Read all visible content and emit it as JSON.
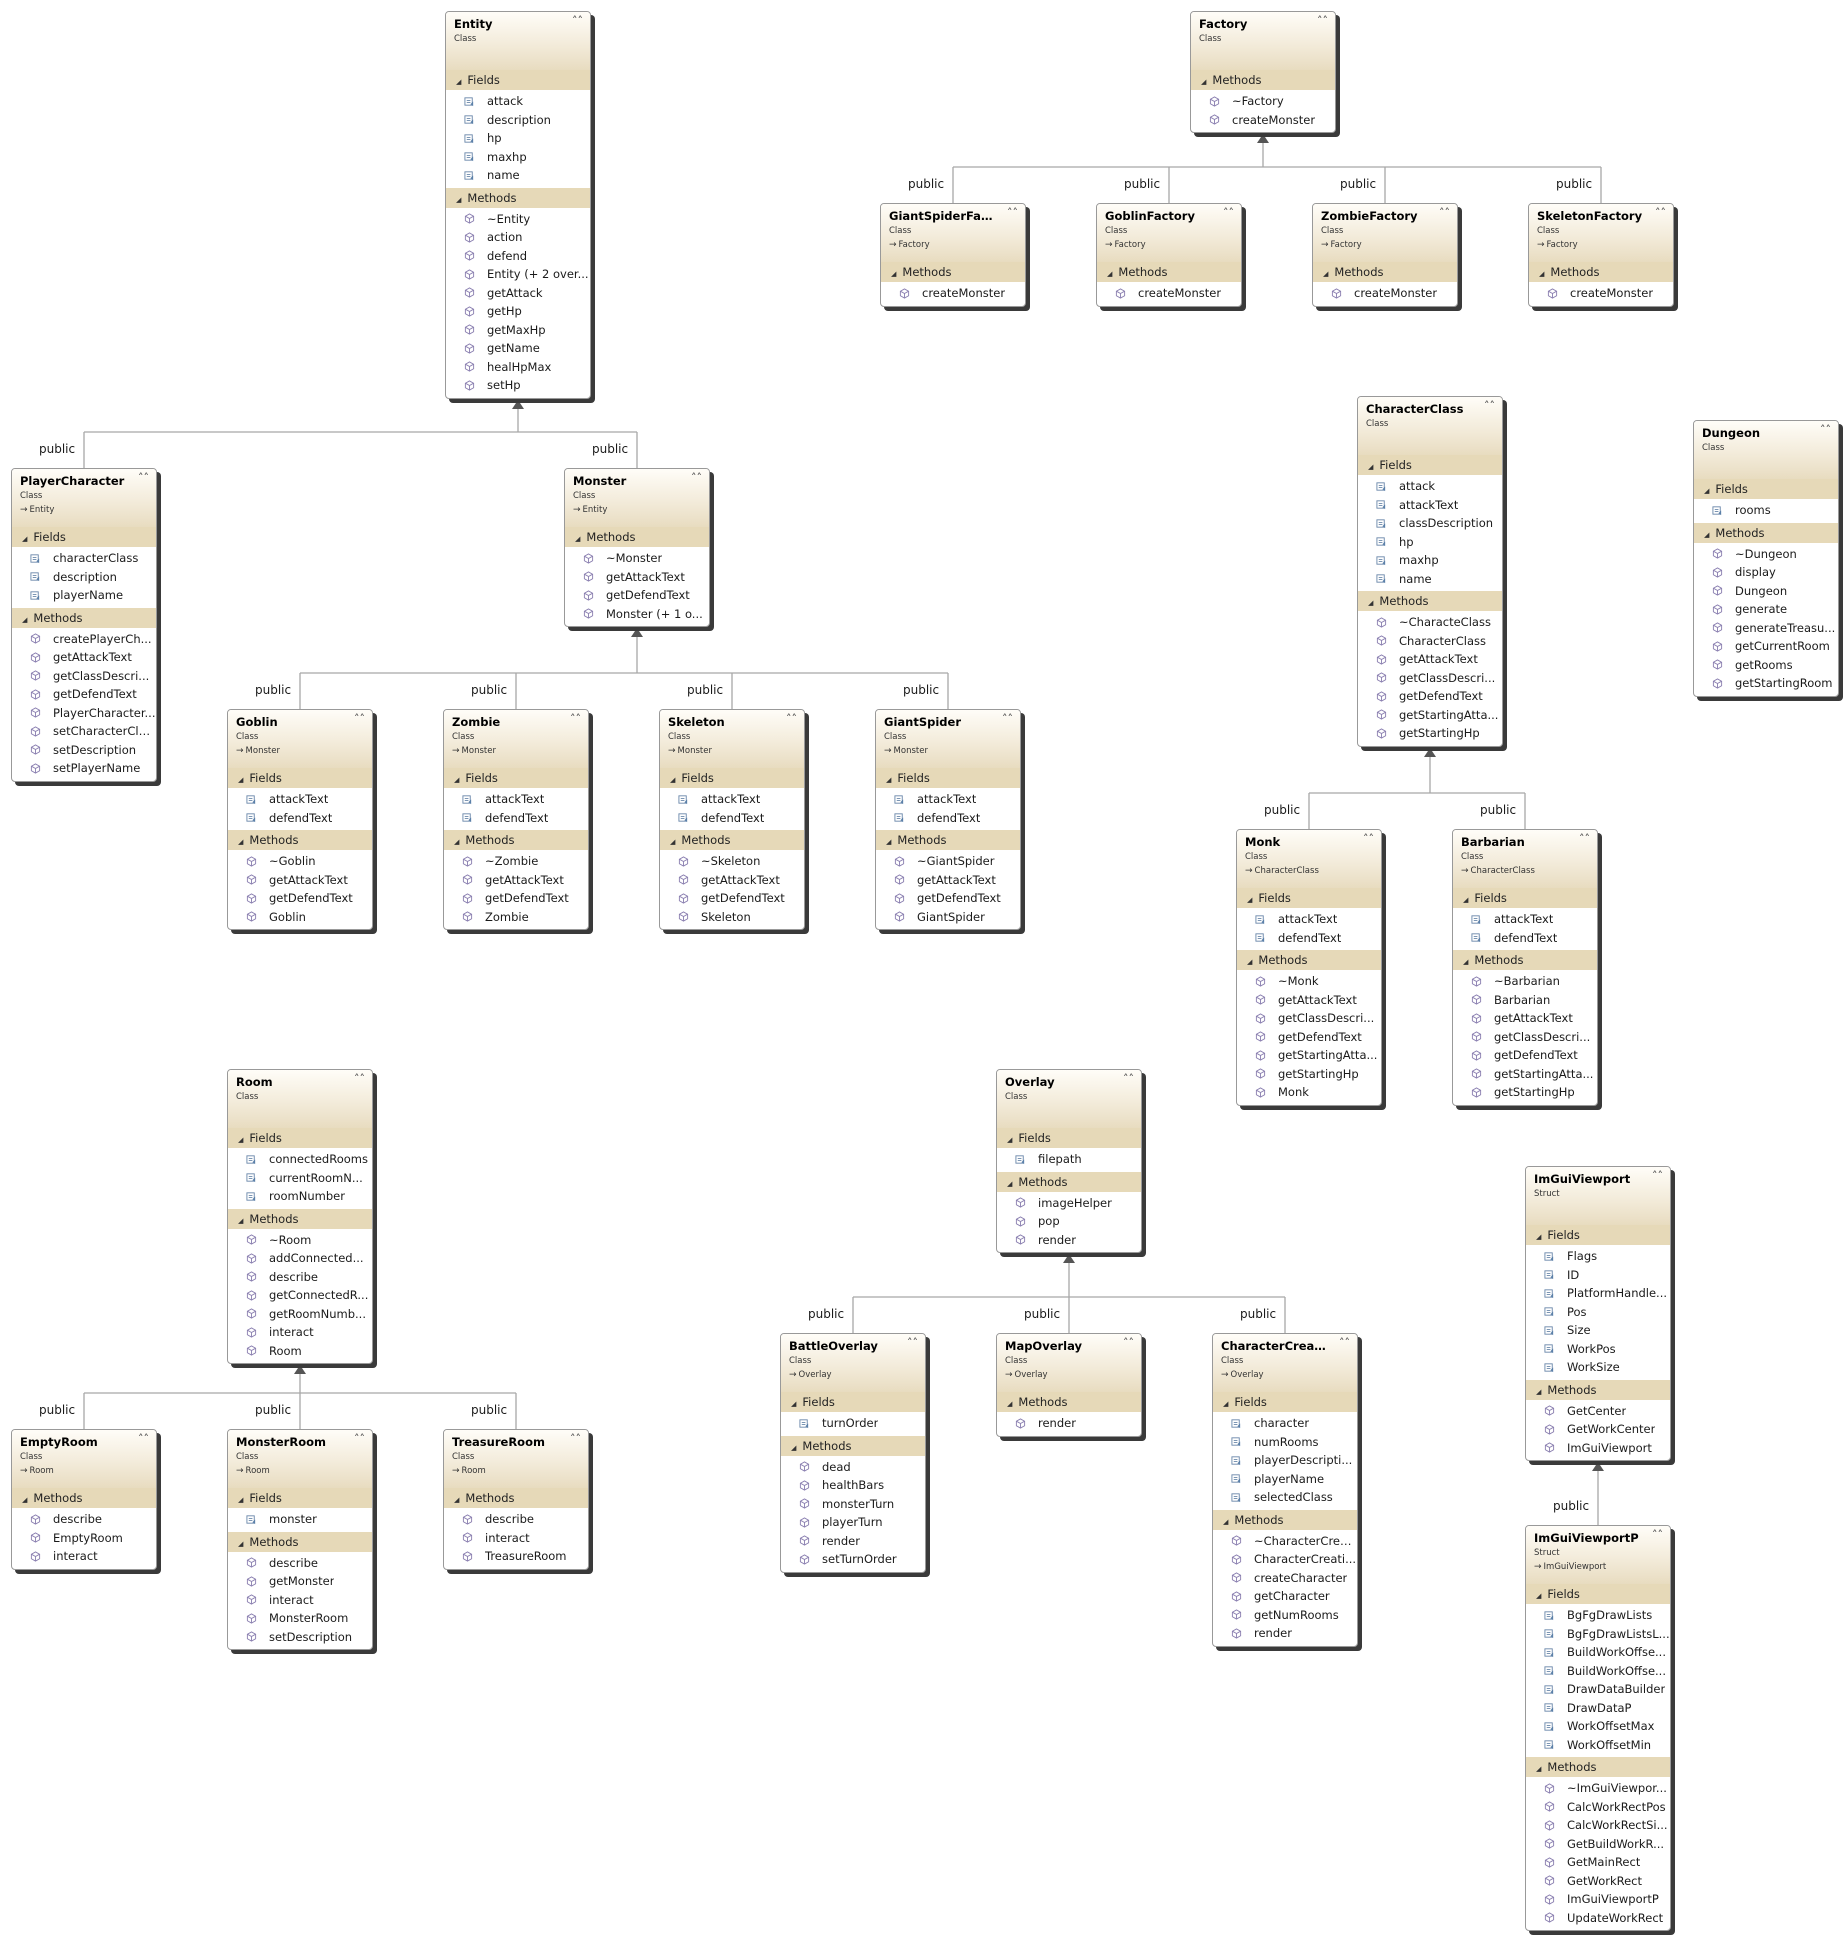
{
  "connector_label": "public",
  "classes": [
    {
      "id": "Entity",
      "name": "Entity",
      "kind": "Class",
      "base": "",
      "fields": [
        "attack",
        "description",
        "hp",
        "maxhp",
        "name"
      ],
      "methods": [
        "~Entity",
        "action",
        "defend",
        "Entity (+ 2 over...",
        "getAttack",
        "getHp",
        "getMaxHp",
        "getName",
        "healHpMax",
        "setHp"
      ]
    },
    {
      "id": "Factory",
      "name": "Factory",
      "kind": "Class",
      "base": "",
      "fields": [],
      "methods": [
        "~Factory",
        "createMonster"
      ]
    },
    {
      "id": "GiantSpiderFactory",
      "name": "GiantSpiderFact...",
      "kind": "Class",
      "base": "Factory",
      "fields": [],
      "methods": [
        "createMonster"
      ]
    },
    {
      "id": "GoblinFactory",
      "name": "GoblinFactory",
      "kind": "Class",
      "base": "Factory",
      "fields": [],
      "methods": [
        "createMonster"
      ]
    },
    {
      "id": "ZombieFactory",
      "name": "ZombieFactory",
      "kind": "Class",
      "base": "Factory",
      "fields": [],
      "methods": [
        "createMonster"
      ]
    },
    {
      "id": "SkeletonFactory",
      "name": "SkeletonFactory",
      "kind": "Class",
      "base": "Factory",
      "fields": [],
      "methods": [
        "createMonster"
      ]
    },
    {
      "id": "PlayerCharacter",
      "name": "PlayerCharacter",
      "kind": "Class",
      "base": "Entity",
      "fields": [
        "characterClass",
        "description",
        "playerName"
      ],
      "methods": [
        "createPlayerCh...",
        "getAttackText",
        "getClassDescri...",
        "getDefendText",
        "PlayerCharacter...",
        "setCharacterCla...",
        "setDescription",
        "setPlayerName"
      ]
    },
    {
      "id": "Monster",
      "name": "Monster",
      "kind": "Class",
      "base": "Entity",
      "fields": [],
      "methods": [
        "~Monster",
        "getAttackText",
        "getDefendText",
        "Monster (+ 1 o..."
      ]
    },
    {
      "id": "Goblin",
      "name": "Goblin",
      "kind": "Class",
      "base": "Monster",
      "fields": [
        "attackText",
        "defendText"
      ],
      "methods": [
        "~Goblin",
        "getAttackText",
        "getDefendText",
        "Goblin"
      ]
    },
    {
      "id": "Zombie",
      "name": "Zombie",
      "kind": "Class",
      "base": "Monster",
      "fields": [
        "attackText",
        "defendText"
      ],
      "methods": [
        "~Zombie",
        "getAttackText",
        "getDefendText",
        "Zombie"
      ]
    },
    {
      "id": "Skeleton",
      "name": "Skeleton",
      "kind": "Class",
      "base": "Monster",
      "fields": [
        "attackText",
        "defendText"
      ],
      "methods": [
        "~Skeleton",
        "getAttackText",
        "getDefendText",
        "Skeleton"
      ]
    },
    {
      "id": "GiantSpider",
      "name": "GiantSpider",
      "kind": "Class",
      "base": "Monster",
      "fields": [
        "attackText",
        "defendText"
      ],
      "methods": [
        "~GiantSpider",
        "getAttackText",
        "getDefendText",
        "GiantSpider"
      ]
    },
    {
      "id": "CharacterClass",
      "name": "CharacterClass",
      "kind": "Class",
      "base": "",
      "fields": [
        "attack",
        "attackText",
        "classDescription",
        "hp",
        "maxhp",
        "name"
      ],
      "methods": [
        "~CharacteClass",
        "CharacterClass",
        "getAttackText",
        "getClassDescri...",
        "getDefendText",
        "getStartingAtta...",
        "getStartingHp"
      ]
    },
    {
      "id": "Dungeon",
      "name": "Dungeon",
      "kind": "Class",
      "base": "",
      "fields": [
        "rooms"
      ],
      "methods": [
        "~Dungeon",
        "display",
        "Dungeon",
        "generate",
        "generateTreasu...",
        "getCurrentRoom",
        "getRooms",
        "getStartingRoom"
      ]
    },
    {
      "id": "Monk",
      "name": "Monk",
      "kind": "Class",
      "base": "CharacterClass",
      "fields": [
        "attackText",
        "defendText"
      ],
      "methods": [
        "~Monk",
        "getAttackText",
        "getClassDescri...",
        "getDefendText",
        "getStartingAtta...",
        "getStartingHp",
        "Monk"
      ]
    },
    {
      "id": "Barbarian",
      "name": "Barbarian",
      "kind": "Class",
      "base": "CharacterClass",
      "fields": [
        "attackText",
        "defendText"
      ],
      "methods": [
        "~Barbarian",
        "Barbarian",
        "getAttackText",
        "getClassDescri...",
        "getDefendText",
        "getStartingAtta...",
        "getStartingHp"
      ]
    },
    {
      "id": "Room",
      "name": "Room",
      "kind": "Class",
      "base": "",
      "fields": [
        "connectedRooms",
        "currentRoomN...",
        "roomNumber"
      ],
      "methods": [
        "~Room",
        "addConnected...",
        "describe",
        "getConnectedR...",
        "getRoomNumb...",
        "interact",
        "Room"
      ]
    },
    {
      "id": "EmptyRoom",
      "name": "EmptyRoom",
      "kind": "Class",
      "base": "Room",
      "fields": [],
      "methods": [
        "describe",
        "EmptyRoom",
        "interact"
      ]
    },
    {
      "id": "MonsterRoom",
      "name": "MonsterRoom",
      "kind": "Class",
      "base": "Room",
      "fields": [
        "monster"
      ],
      "methods": [
        "describe",
        "getMonster",
        "interact",
        "MonsterRoom",
        "setDescription"
      ]
    },
    {
      "id": "TreasureRoom",
      "name": "TreasureRoom",
      "kind": "Class",
      "base": "Room",
      "fields": [],
      "methods": [
        "describe",
        "interact",
        "TreasureRoom"
      ]
    },
    {
      "id": "Overlay",
      "name": "Overlay",
      "kind": "Class",
      "base": "",
      "fields": [
        "filepath"
      ],
      "methods": [
        "imageHelper",
        "pop",
        "render"
      ]
    },
    {
      "id": "BattleOverlay",
      "name": "BattleOverlay",
      "kind": "Class",
      "base": "Overlay",
      "fields": [
        "turnOrder"
      ],
      "methods": [
        "dead",
        "healthBars",
        "monsterTurn",
        "playerTurn",
        "render",
        "setTurnOrder"
      ]
    },
    {
      "id": "MapOverlay",
      "name": "MapOverlay",
      "kind": "Class",
      "base": "Overlay",
      "fields": [],
      "methods": [
        "render"
      ]
    },
    {
      "id": "CharacterCreation",
      "name": "CharacterCreati...",
      "kind": "Class",
      "base": "Overlay",
      "fields": [
        "character",
        "numRooms",
        "playerDescripti...",
        "playerName",
        "selectedClass"
      ],
      "methods": [
        "~CharacterCrea...",
        "CharacterCreati...",
        "createCharacter",
        "getCharacter",
        "getNumRooms",
        "render"
      ]
    },
    {
      "id": "ImGuiViewport",
      "name": "ImGuiViewport",
      "kind": "Struct",
      "base": "",
      "fields": [
        "Flags",
        "ID",
        "PlatformHandle...",
        "Pos",
        "Size",
        "WorkPos",
        "WorkSize"
      ],
      "methods": [
        "GetCenter",
        "GetWorkCenter",
        "ImGuiViewport"
      ]
    },
    {
      "id": "ImGuiViewportP",
      "name": "ImGuiViewportP",
      "kind": "Struct",
      "base": "ImGuiViewport",
      "fields": [
        "BgFgDrawLists",
        "BgFgDrawListsL...",
        "BuildWorkOffse...",
        "BuildWorkOffse...",
        "DrawDataBuilder",
        "DrawDataP",
        "WorkOffsetMax",
        "WorkOffsetMin"
      ],
      "methods": [
        "~ImGuiViewpor...",
        "CalcWorkRectPos",
        "CalcWorkRectSi...",
        "GetBuildWorkR...",
        "GetMainRect",
        "GetWorkRect",
        "ImGuiViewportP",
        "UpdateWorkRect"
      ]
    }
  ],
  "section_labels": {
    "fields": "Fields",
    "methods": "Methods"
  },
  "colors": {
    "header": "#efe6d0",
    "section": "#e6d9b8",
    "line": "#a0a0a0",
    "icon": "#8a7fb0",
    "field_icon": "#5a7fa8"
  }
}
